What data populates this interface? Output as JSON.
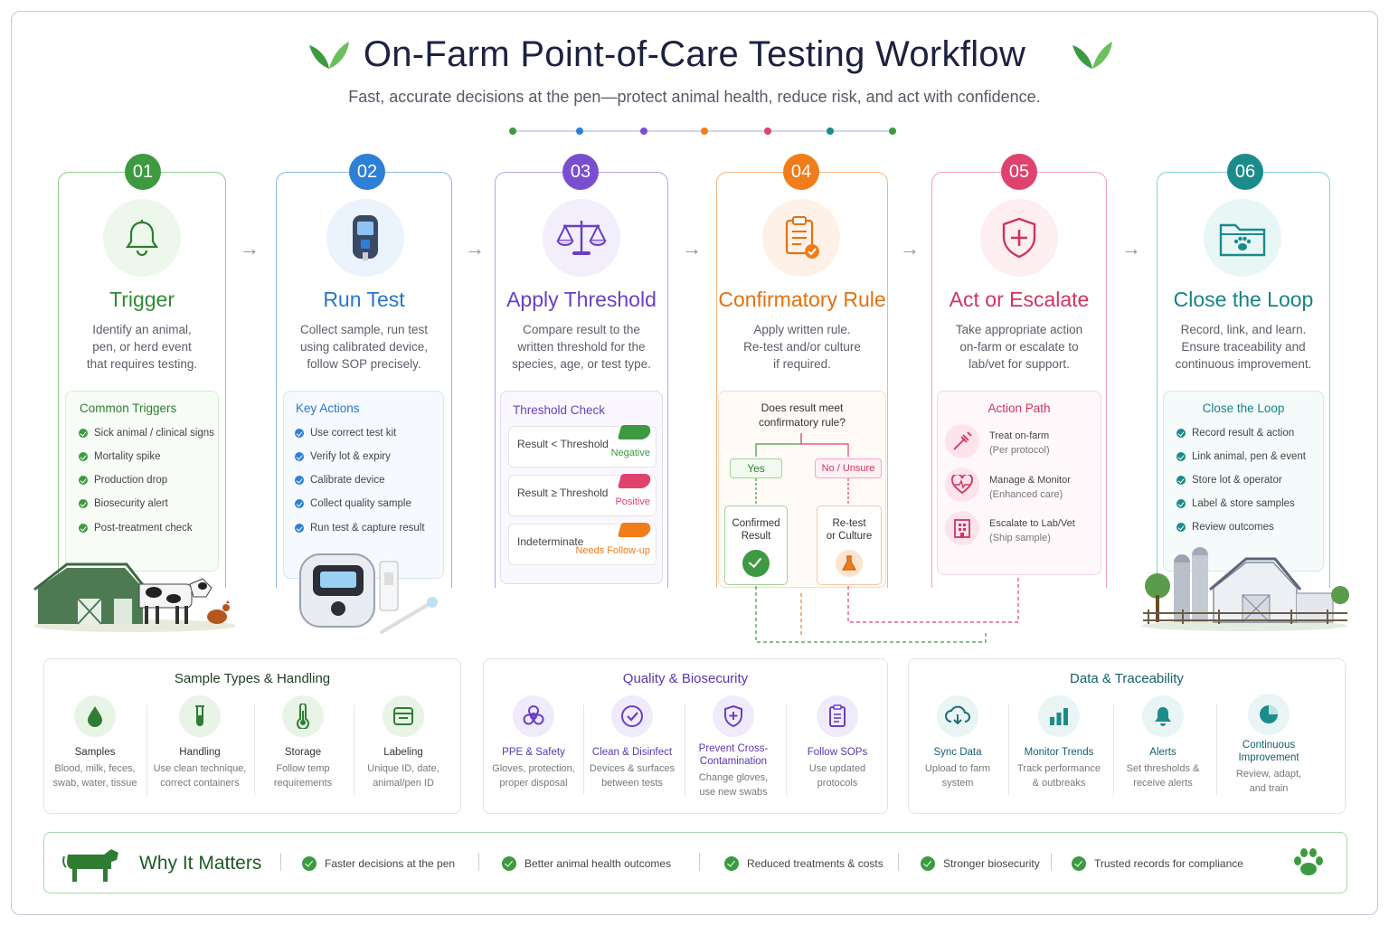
{
  "header": {
    "title": "On-Farm Point-of-Care Testing Workflow",
    "subtitle": "Fast, accurate decisions at the pen—protect animal health, reduce risk, and act with confidence."
  },
  "colors": {
    "green": "#3d9a41",
    "blue": "#2e7fd6",
    "purple": "#7a4fcf",
    "orange": "#f07c1a",
    "pink": "#e0426e",
    "teal": "#1b8b8c"
  },
  "steps": [
    {
      "num": "01",
      "title": "Trigger",
      "desc": [
        "Identify an animal,",
        "pen, or herd event",
        "that requires testing."
      ],
      "icon": "bell-icon",
      "box_title": "Common Triggers",
      "items": [
        "Sick animal / clinical signs",
        "Mortality spike",
        "Production drop",
        "Biosecurity alert",
        "Post-treatment check"
      ]
    },
    {
      "num": "02",
      "title": "Run Test",
      "desc": [
        "Collect sample, run test",
        "using calibrated device,",
        "follow SOP precisely."
      ],
      "icon": "test-device-icon",
      "box_title": "Key Actions",
      "items": [
        "Use correct test kit",
        "Verify lot & expiry",
        "Calibrate device",
        "Collect quality sample",
        "Run test & capture result"
      ]
    },
    {
      "num": "03",
      "title": "Apply Threshold",
      "desc": [
        "Compare result to the",
        "written threshold for the",
        "species, age, or test type."
      ],
      "icon": "scale-icon",
      "box_title": "Threshold Check",
      "checks": [
        {
          "label": "Result < Threshold",
          "result": "Negative"
        },
        {
          "label": "Result ≥ Threshold",
          "result": "Positive"
        },
        {
          "label": "Indeterminate",
          "result": "Needs Follow-up"
        }
      ]
    },
    {
      "num": "04",
      "title": "Confirmatory Rule",
      "desc": [
        "Apply written rule.",
        "Re-test and/or culture",
        "if required."
      ],
      "icon": "clipboard-check-icon",
      "question": [
        "Does result meet",
        "confirmatory rule?"
      ],
      "yes": "Yes",
      "no": "No / Unsure",
      "confirmed": [
        "Confirmed",
        "Result"
      ],
      "retest": [
        "Re-test",
        "or Culture"
      ]
    },
    {
      "num": "05",
      "title": "Act or Escalate",
      "desc": [
        "Take appropriate action",
        "on-farm or escalate to",
        "lab/vet for support."
      ],
      "icon": "shield-plus-icon",
      "box_title": "Action Path",
      "paths": [
        {
          "title": "Treat on-farm",
          "sub": "(Per protocol)"
        },
        {
          "title": "Manage & Monitor",
          "sub": "(Enhanced care)"
        },
        {
          "title": "Escalate to Lab/Vet",
          "sub": "(Ship sample)"
        }
      ]
    },
    {
      "num": "06",
      "title": "Close the Loop",
      "desc": [
        "Record, link, and learn.",
        "Ensure traceability and",
        "continuous improvement."
      ],
      "icon": "folder-paw-icon",
      "box_title": "Close the Loop",
      "items": [
        "Record result & action",
        "Link animal, pen & event",
        "Store lot & operator",
        "Label & store samples",
        "Review outcomes"
      ]
    }
  ],
  "panels": [
    {
      "title": "Sample Types & Handling",
      "items": [
        {
          "name": "Samples",
          "desc": [
            "Blood, milk, feces,",
            "swab, water, tissue"
          ]
        },
        {
          "name": "Handling",
          "desc": [
            "Use clean technique,",
            "correct containers"
          ]
        },
        {
          "name": "Storage",
          "desc": [
            "Follow temp",
            "requirements"
          ]
        },
        {
          "name": "Labeling",
          "desc": [
            "Unique ID, date,",
            "animal/pen ID"
          ]
        }
      ]
    },
    {
      "title": "Quality & Biosecurity",
      "items": [
        {
          "name": "PPE & Safety",
          "desc": [
            "Gloves, protection,",
            "proper disposal"
          ]
        },
        {
          "name": "Clean & Disinfect",
          "desc": [
            "Devices & surfaces",
            "between tests"
          ]
        },
        {
          "name": "Prevent Cross-Contamination",
          "desc": [
            "Change gloves,",
            "use new swabs"
          ]
        },
        {
          "name": "Follow SOPs",
          "desc": [
            "Use updated",
            "protocols"
          ]
        }
      ]
    },
    {
      "title": "Data & Traceability",
      "items": [
        {
          "name": "Sync Data",
          "desc": [
            "Upload to farm",
            "system"
          ]
        },
        {
          "name": "Monitor Trends",
          "desc": [
            "Track performance",
            "& outbreaks"
          ]
        },
        {
          "name": "Alerts",
          "desc": [
            "Set thresholds &",
            "receive alerts"
          ]
        },
        {
          "name": "Continuous Improvement",
          "desc": [
            "Review, adapt,",
            "and train"
          ]
        }
      ]
    }
  ],
  "why": {
    "title": "Why It Matters",
    "items": [
      "Faster decisions at the pen",
      "Better animal health outcomes",
      "Reduced treatments & costs",
      "Stronger biosecurity",
      "Trusted records for compliance"
    ]
  }
}
